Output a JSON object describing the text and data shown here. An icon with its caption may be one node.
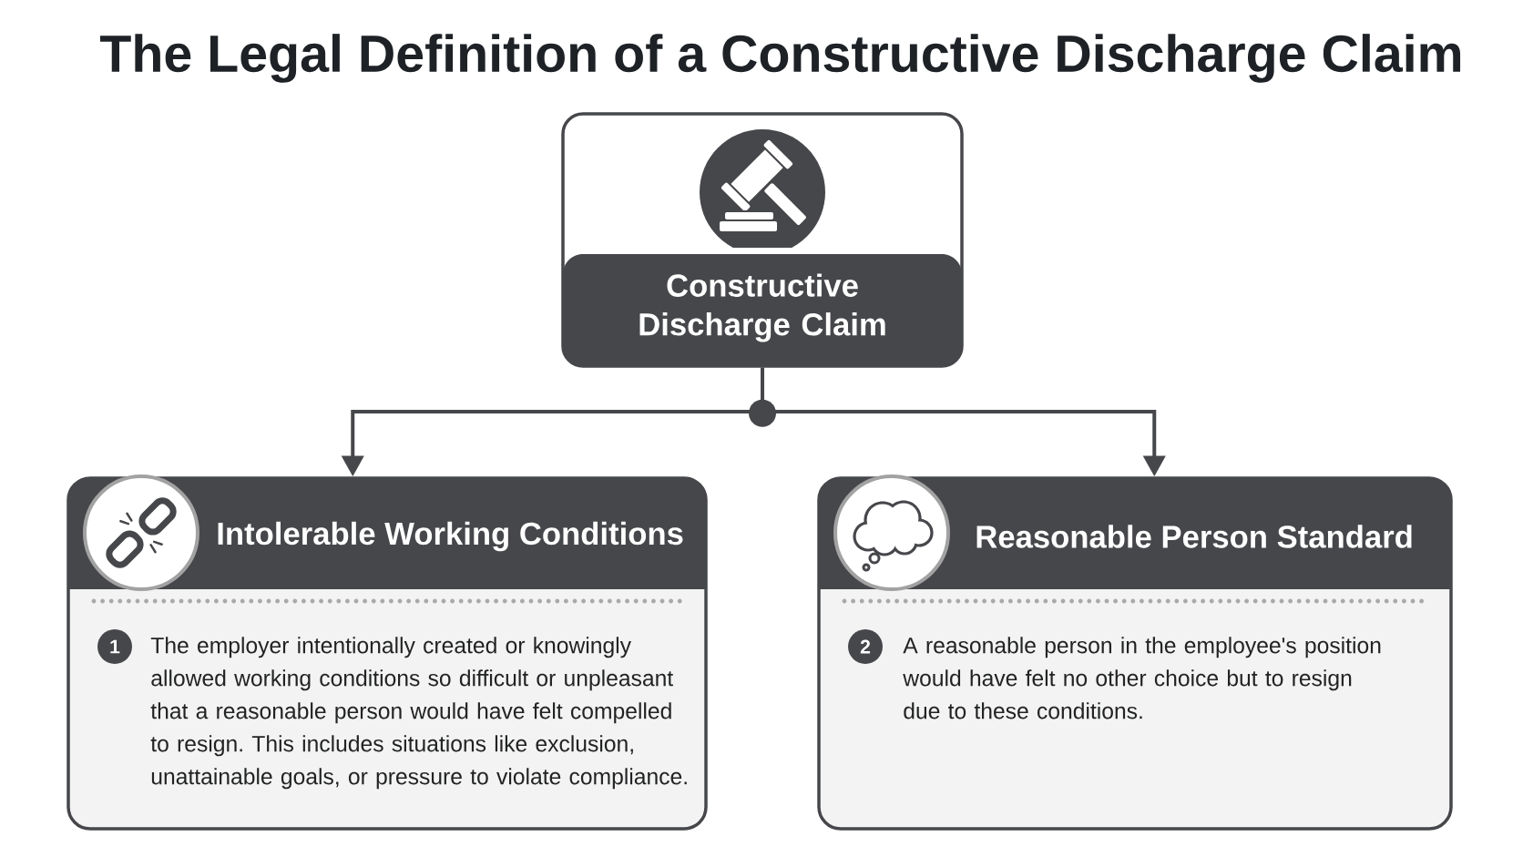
{
  "diagram": {
    "title": "The Legal Definition of a Constructive Discharge Claim",
    "nodes": [
      {
        "text": [
          "Constructive Discharge Claim"
        ]
      },
      {
        "text": [
          "Intolerable Working Conditions",
          "The employer intentionally created or knowingly allowed working conditions so difficult or unpleasant that a reasonable person would have felt compelled to resign. This includes situations like exclusion, unattainable goals, or pressure to violate compliance."
        ]
      },
      {
        "text": [
          "1"
        ],
        "in": 1
      },
      {
        "text": [
          "Reasonable Person Standard",
          "A reasonable person in the employee's position would have felt no other choice but to resign due to these conditions."
        ]
      },
      {
        "text": [
          "2"
        ],
        "in": 3
      }
    ],
    "edges": [
      {
        "from": 0,
        "to": 1,
        "arrow": "to"
      },
      {
        "from": 0,
        "to": 3,
        "arrow": "to"
      }
    ]
  }
}
